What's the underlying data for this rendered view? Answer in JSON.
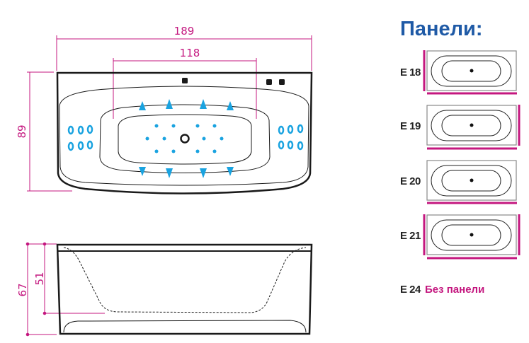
{
  "colors": {
    "dimension": "#c4177f",
    "jets": "#1aa3e0",
    "title": "#1f5aa6",
    "outline": "#1a1a1a"
  },
  "top_view": {
    "width_total": "189",
    "width_inner": "118",
    "depth": "89"
  },
  "side_view": {
    "height_total": "67",
    "height_inner": "51"
  },
  "panels": {
    "title": "Панели:",
    "items": [
      {
        "code": "E 18",
        "sides": [
          "left",
          "front"
        ]
      },
      {
        "code": "E 19",
        "sides": [
          "right",
          "front"
        ]
      },
      {
        "code": "E 20",
        "sides": [
          "front"
        ]
      },
      {
        "code": "E 21",
        "sides": [
          "left",
          "right",
          "front"
        ]
      }
    ],
    "none": {
      "code": "E 24",
      "label": "Без панели"
    }
  }
}
